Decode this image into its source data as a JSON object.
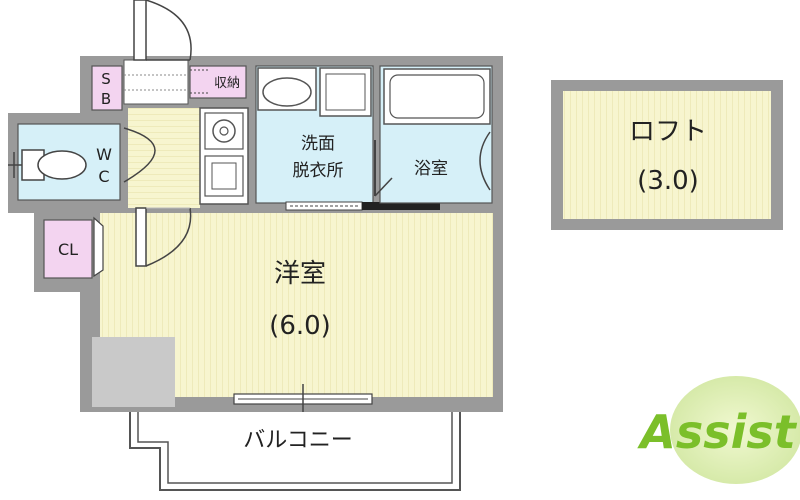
{
  "floorplan": {
    "rooms": {
      "western_room": {
        "name": "洋室",
        "size": "(6.0)"
      },
      "loft": {
        "name": "ロフト",
        "size": "(3.0)"
      },
      "washroom": {
        "line1": "洗面",
        "line2": "脱衣所"
      },
      "bath": {
        "name": "浴室"
      },
      "wc": {
        "line1": "W",
        "line2": "C"
      },
      "closet": {
        "name": "CL"
      },
      "shoe_box": {
        "line1": "S",
        "line2": "B"
      },
      "storage": {
        "name": "収納"
      },
      "balcony": {
        "name": "バルコニー"
      }
    },
    "colors": {
      "wall": "#9a9a9a",
      "room_fill": "#f7f5cf",
      "room_stripe": "#e9e4ad",
      "water_area": "#d6f0f8",
      "storage_area": "#f3d4f0",
      "floor_gray": "#c9c9c9"
    }
  },
  "logo": {
    "text": "Assist",
    "color": "#7bbf2a"
  }
}
